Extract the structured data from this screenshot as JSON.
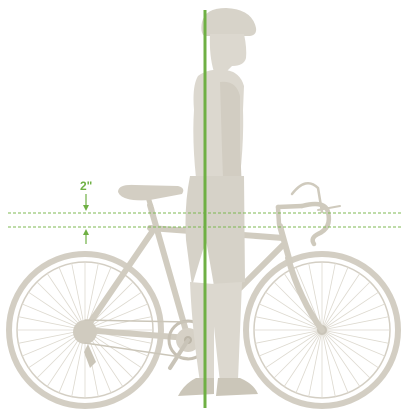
{
  "diagram": {
    "clearance_label": "2\"",
    "colors": {
      "figure": "#dcd8cf",
      "figure_dark": "#c9c4b8",
      "bike": "#d6d1c6",
      "bike_dark": "#c3bdb0",
      "accent": "#6fb044",
      "accent_dark": "#5c9a36"
    },
    "icons": [
      "rider-silhouette",
      "road-bike",
      "vertical-reference-line",
      "clearance-arrows"
    ]
  }
}
